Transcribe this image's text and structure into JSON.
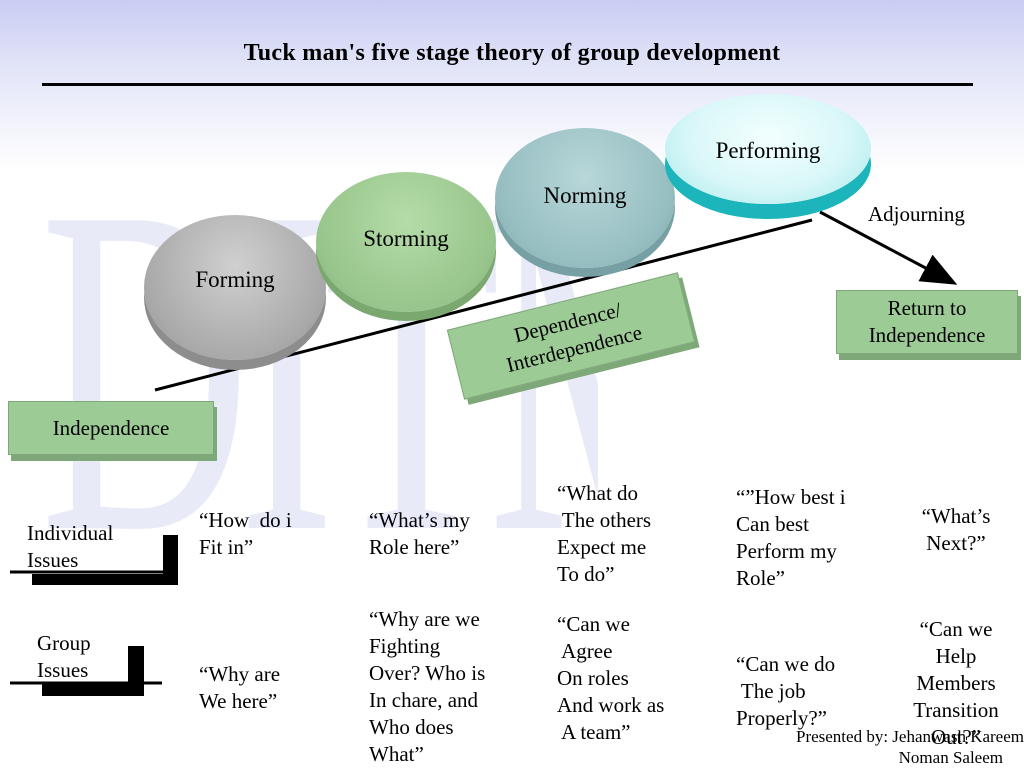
{
  "watermark": "DITMS",
  "title": "Tuck man's five stage theory of group development",
  "stages": {
    "forming": "Forming",
    "storming": "Storming",
    "norming": "Norming",
    "performing": "Performing"
  },
  "adjourning": "Adjourning",
  "boxes": {
    "independence": "Independence",
    "dependence": "Dependence/\nInterdependence",
    "return": "Return to\nIndependence"
  },
  "rows": {
    "individual_label": "Individual\nIssues",
    "group_label": "Group\nIssues"
  },
  "individual_issues": {
    "forming": "“How  do i\nFit in”",
    "storming": "“What’s my\nRole here”",
    "norming": "“What do\n The others\nExpect me\nTo do”",
    "performing": "“”How best i\nCan best\nPerform my\nRole”",
    "adjourning": "“What’s\nNext?”"
  },
  "group_issues": {
    "forming": "“Why are\nWe here”",
    "storming": "“Why are we\nFighting\nOver? Who is\nIn chare, and\nWho does\nWhat”",
    "norming": "“Can we\n Agree\nOn roles\nAnd work as\n A team”",
    "performing": "“Can we do\n The job\nProperly?”",
    "adjourning": "“Can we\nHelp\nMembers\nTransition\nOut?”"
  },
  "footer": {
    "line1": "Presented by: Jehanwash Kareem",
    "line2": "Noman Saleem"
  }
}
